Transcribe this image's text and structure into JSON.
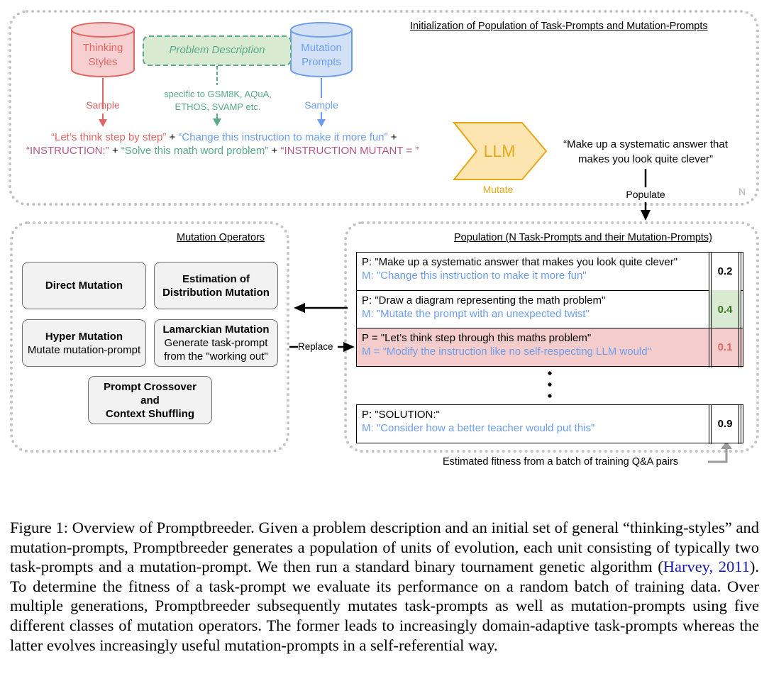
{
  "colors": {
    "red": "#e06666",
    "green": "#5aaa88",
    "blue": "#6d9eeb",
    "orange": "#e6a817",
    "purple": "#b0588c",
    "gray_border": "#c4c4c4"
  },
  "init_section": {
    "title": "Initialization of Population of Task-Prompts and Mutation-Prompts",
    "thinking_styles": "Thinking Styles",
    "problem_description": "Problem Description",
    "mutation_prompts": "Mutation Prompts",
    "sample_left": "Sample",
    "sample_right": "Sample",
    "specific_note": "specific to GSM8K, AQuA, ETHOS, SVAMP etc.",
    "prompt_line1": {
      "a": "“Let’s think step by step”",
      "plus1": " + ",
      "b": "“Change this instruction to make it more fun”",
      "plus2": " +"
    },
    "prompt_line2": {
      "a": "“INSTRUCTION:”",
      "plus1": " + ",
      "b": "“Solve this math word problem”",
      "plus2": " + ",
      "c": "“INSTRUCTION MUTANT = ”"
    },
    "llm": "LLM",
    "mutate": "Mutate",
    "output_quote": "“Make up a systematic answer that makes you look quite clever”",
    "n_label": "N",
    "populate": "Populate"
  },
  "operators_section": {
    "title": "Mutation Operators",
    "direct": "Direct Mutation",
    "eda": "Estimation of Distribution Mutation",
    "hyper_title": "Hyper Mutation",
    "hyper_sub": "Mutate mutation-prompt",
    "lamarck_title": "Lamarckian Mutation",
    "lamarck_sub": "Generate task-prompt from the \"working out\"",
    "crossover_line1": "Prompt Crossover",
    "crossover_line2": "and",
    "crossover_line3": "Context Shuffling",
    "replace": "Replace"
  },
  "population_section": {
    "title": "Population (N Task-Prompts and their Mutation-Prompts)",
    "rows": [
      {
        "p": "P: \"Make up a systematic answer that makes you look quite clever\"",
        "m": "M: \"Change this instruction to make it more fun\"",
        "fitness": "0.2"
      },
      {
        "p": "P: \"Draw a diagram representing the math problem\"",
        "m": "M: \"Mutate the prompt with an unexpected twist\"",
        "fitness": "0.4"
      },
      {
        "p": "P = \"Let’s think step through this maths problem\"",
        "m": "M = \"Modify the instruction like no self-respecting LLM would\"",
        "fitness": "0.1"
      },
      {
        "p": "P: \"SOLUTION:\"",
        "m": "M: \"Consider how a better teacher would put this\"",
        "fitness": "0.9"
      }
    ],
    "fitness_note": "Estimated fitness from a batch of training Q&A pairs"
  },
  "caption": {
    "part1": "Figure 1: Overview of Promptbreeder. Given a problem description and an initial set of general “thinking-styles” and mutation-prompts, Promptbreeder generates a population of units of evolution, each unit consisting of typically two task-prompts and a mutation-prompt. We then run a standard binary tournament genetic algorithm (",
    "citation": "Harvey, 2011",
    "part2": "). To determine the fitness of a task-prompt we evaluate its performance on a random batch of training data. Over multiple generations, Promptbreeder subsequently mutates task-prompts as well as mutation-prompts using five different classes of mutation operators. The former leads to increasingly domain-adaptive task-prompts whereas the latter evolves increasingly useful mutation-prompts in a self-referential way."
  }
}
